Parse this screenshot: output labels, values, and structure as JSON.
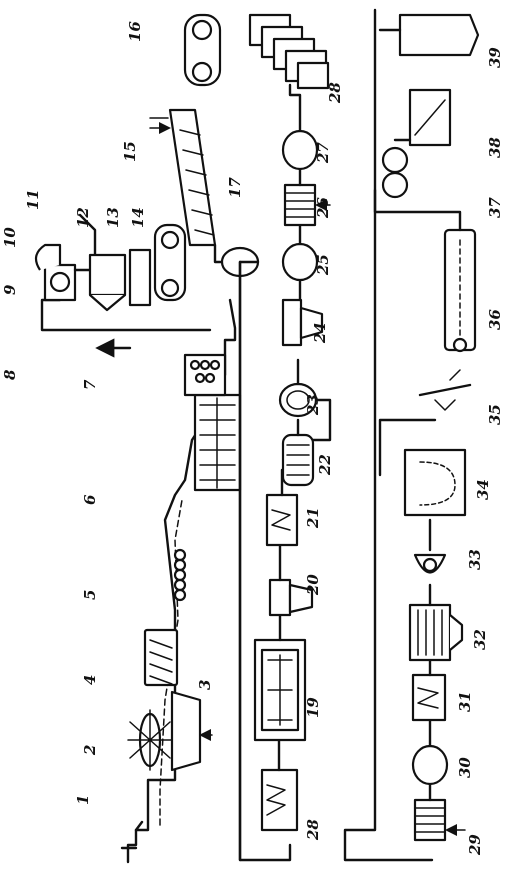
{
  "labels": [
    {
      "id": "1",
      "text": "1"
    },
    {
      "id": "2",
      "text": "2"
    },
    {
      "id": "3",
      "text": "3"
    },
    {
      "id": "4",
      "text": "4"
    },
    {
      "id": "5",
      "text": "5"
    },
    {
      "id": "6",
      "text": "6"
    },
    {
      "id": "7",
      "text": "7"
    },
    {
      "id": "8",
      "text": "8"
    },
    {
      "id": "9",
      "text": "9"
    },
    {
      "id": "10",
      "text": "10"
    },
    {
      "id": "11",
      "text": "11"
    },
    {
      "id": "12",
      "text": "12"
    },
    {
      "id": "13",
      "text": "13"
    },
    {
      "id": "14",
      "text": "14"
    },
    {
      "id": "15",
      "text": "15"
    },
    {
      "id": "16",
      "text": "16"
    },
    {
      "id": "17",
      "text": "17"
    },
    {
      "id": "18",
      "text": "28"
    },
    {
      "id": "19",
      "text": "19"
    },
    {
      "id": "20",
      "text": "20"
    },
    {
      "id": "21",
      "text": "21"
    },
    {
      "id": "22",
      "text": "22"
    },
    {
      "id": "23",
      "text": "23"
    },
    {
      "id": "24",
      "text": "24"
    },
    {
      "id": "25",
      "text": "25"
    },
    {
      "id": "26",
      "text": "26"
    },
    {
      "id": "27",
      "text": "27"
    },
    {
      "id": "28",
      "text": "28"
    },
    {
      "id": "29",
      "text": "29"
    },
    {
      "id": "30",
      "text": "30"
    },
    {
      "id": "31",
      "text": "31"
    },
    {
      "id": "32",
      "text": "32"
    },
    {
      "id": "33",
      "text": "33"
    },
    {
      "id": "34",
      "text": "34"
    },
    {
      "id": "35",
      "text": "35"
    },
    {
      "id": "36",
      "text": "36"
    },
    {
      "id": "37",
      "text": "37"
    },
    {
      "id": "38",
      "text": "38"
    },
    {
      "id": "39",
      "text": "39"
    }
  ]
}
